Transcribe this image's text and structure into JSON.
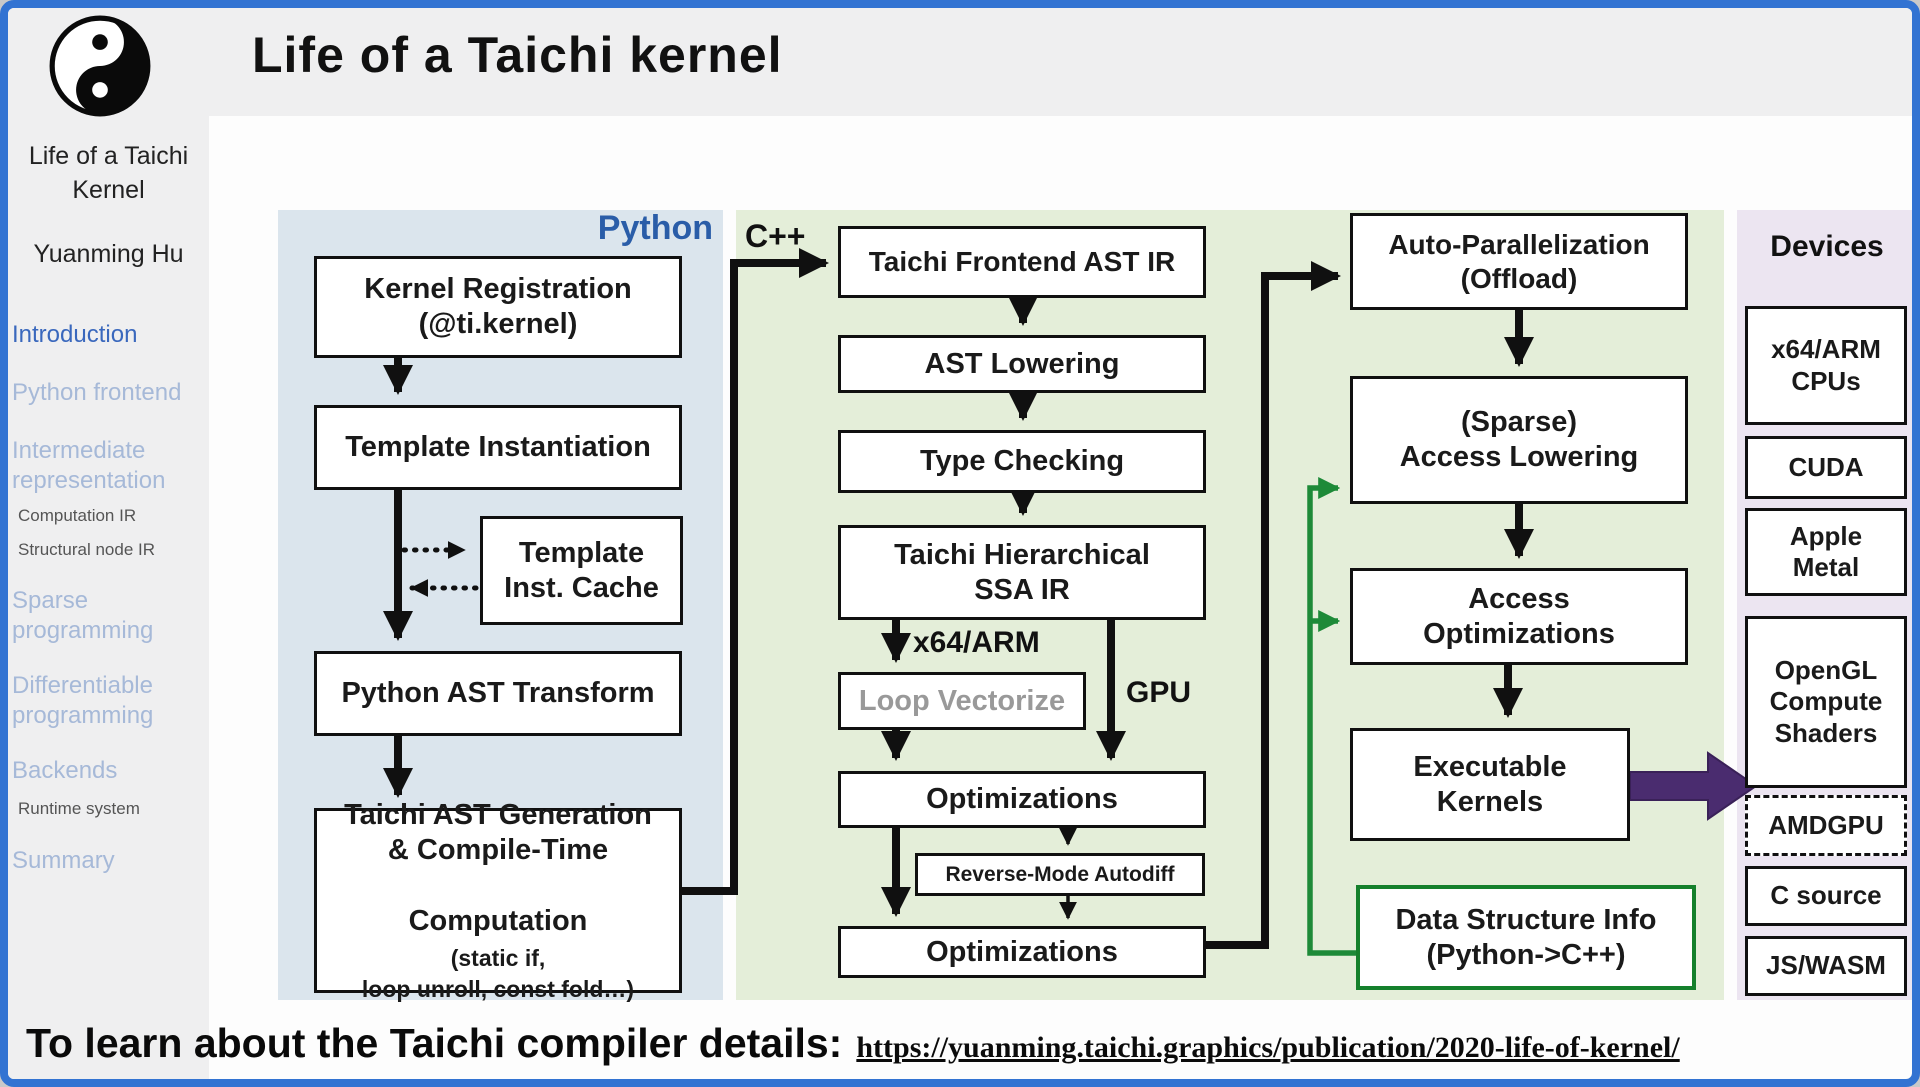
{
  "header": {
    "title": "Life of a Taichi kernel",
    "logo": "yin-yang-icon"
  },
  "sidebar": {
    "deck_title": "Life of a Taichi\nKernel",
    "author": "Yuanming Hu",
    "nav": [
      {
        "label": "Introduction",
        "active": true
      },
      {
        "label": "Python frontend",
        "active": false
      },
      {
        "label": "Intermediate\nrepresentation",
        "active": false
      },
      {
        "label": "Computation IR",
        "active": false
      },
      {
        "label": "Structural node IR",
        "active": false
      },
      {
        "label": "Sparse\nprogramming",
        "active": false
      },
      {
        "label": "Differentiable\nprogramming",
        "active": false
      },
      {
        "label": "Backends",
        "active": false
      },
      {
        "label": "Runtime system",
        "active": false
      },
      {
        "label": "Summary",
        "active": false
      }
    ]
  },
  "diagram": {
    "python_label": "Python",
    "cpp_label": "C++",
    "x64_label": "x64/ARM",
    "gpu_label": "GPU",
    "nodes": {
      "kernel_registration": "Kernel Registration\n(@ti.kernel)",
      "template_instantiation": "Template Instantiation",
      "template_cache": "Template\nInst. Cache",
      "python_ast_transform": "Python AST Transform",
      "taichi_ast_generation_main": "Taichi AST Generation\n& Compile-Time",
      "taichi_ast_generation_mix_big": "Computation",
      "taichi_ast_generation_mix_small": "(static if,",
      "taichi_ast_generation_small": "loop unroll, const fold…)",
      "frontend_ast_ir": "Taichi Frontend AST IR",
      "ast_lowering": "AST Lowering",
      "type_checking": "Type Checking",
      "ssa_ir": "Taichi Hierarchical\nSSA IR",
      "loop_vectorize": "Loop Vectorize",
      "optimizations1": "Optimizations",
      "reverse_mode_autodiff": "Reverse-Mode Autodiff",
      "optimizations2": "Optimizations",
      "auto_parallelization": "Auto-Parallelization\n(Offload)",
      "sparse_access_lowering": "(Sparse)\nAccess Lowering",
      "access_optimizations": "Access\nOptimizations",
      "executable_kernels": "Executable\nKernels",
      "data_structure_info": "Data Structure Info\n(Python->C++)"
    }
  },
  "devices": {
    "title": "Devices",
    "items": [
      "x64/ARM\nCPUs",
      "CUDA",
      "Apple\nMetal",
      "OpenGL\nCompute\nShaders",
      "AMDGPU",
      "C source",
      "JS/WASM"
    ]
  },
  "footer": {
    "text": "To learn about the Taichi compiler details:",
    "link": "https://yuanming.taichi.graphics/publication/2020-life-of-kernel/"
  },
  "colors": {
    "border_blue": "#3273d2",
    "python_panel": "#dbe5ed",
    "cpp_panel": "#e4eed9",
    "devices_panel": "#ece5f1",
    "python_label_blue": "#2a5da8",
    "green_arrow": "#1d8a38",
    "purple_arrow": "#4a2c6f",
    "nav_active_blue": "#3a68bd",
    "nav_inactive_blue": "#a6b9d8"
  }
}
